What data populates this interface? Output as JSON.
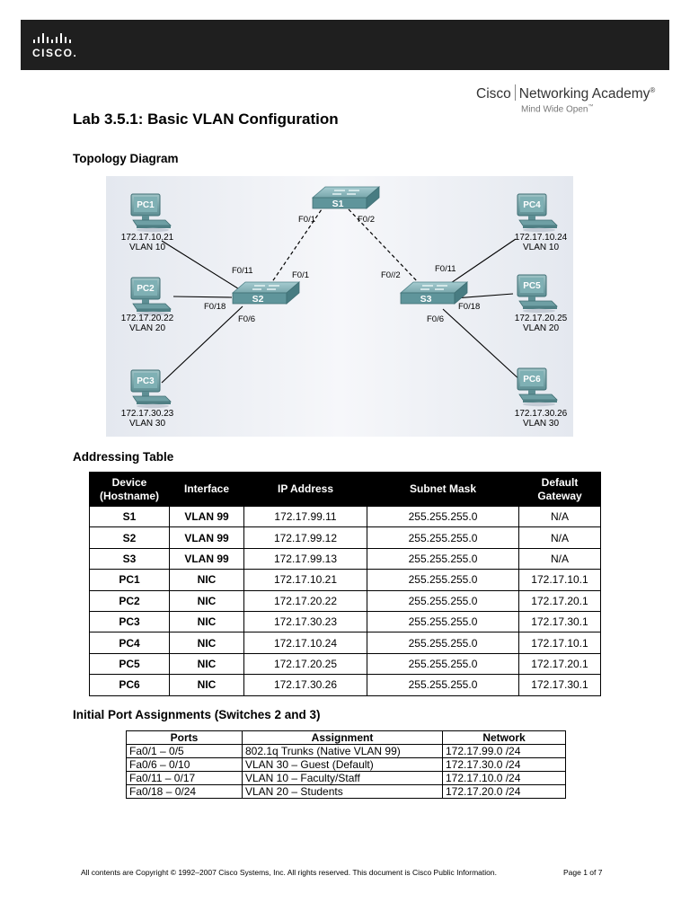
{
  "banner": {
    "logo_text": "CISCO."
  },
  "cna": {
    "brand": "Cisco",
    "academy": "Networking Academy",
    "reg": "®",
    "tagline": "Mind Wide Open",
    "tm": "™"
  },
  "lab_title": "Lab 3.5.1: Basic VLAN Configuration",
  "sections": {
    "topology": "Topology Diagram",
    "addressing": "Addressing Table",
    "ports": "Initial Port Assignments (Switches 2 and 3)"
  },
  "topology": {
    "switches": {
      "s1": "S1",
      "s2": "S2",
      "s3": "S3"
    },
    "pcs": {
      "pc1": {
        "name": "PC1",
        "ip": "172.17.10.21",
        "vlan": "VLAN 10"
      },
      "pc2": {
        "name": "PC2",
        "ip": "172.17.20.22",
        "vlan": "VLAN 20"
      },
      "pc3": {
        "name": "PC3",
        "ip": "172.17.30.23",
        "vlan": "VLAN 30"
      },
      "pc4": {
        "name": "PC4",
        "ip": "172.17.10.24",
        "vlan": "VLAN 10"
      },
      "pc5": {
        "name": "PC5",
        "ip": "172.17.20.25",
        "vlan": "VLAN 20"
      },
      "pc6": {
        "name": "PC6",
        "ip": "172.17.30.26",
        "vlan": "VLAN 30"
      }
    },
    "ports": {
      "s1_left": "F0/1",
      "s1_right": "F0/2",
      "s2_f011": "F0/11",
      "s2_f01": "F0/1",
      "s2_f018": "F0/18",
      "s2_f06": "F0/6",
      "s3_f02": "F0//2",
      "s3_f011": "F0/11",
      "s3_f018": "F0/18",
      "s3_f06": "F0/6"
    }
  },
  "addressing_table": {
    "headers": [
      "Device (Hostname)",
      "Interface",
      "IP Address",
      "Subnet Mask",
      "Default Gateway"
    ],
    "rows": [
      [
        "S1",
        "VLAN 99",
        "172.17.99.11",
        "255.255.255.0",
        "N/A"
      ],
      [
        "S2",
        "VLAN 99",
        "172.17.99.12",
        "255.255.255.0",
        "N/A"
      ],
      [
        "S3",
        "VLAN 99",
        "172.17.99.13",
        "255.255.255.0",
        "N/A"
      ],
      [
        "PC1",
        "NIC",
        "172.17.10.21",
        "255.255.255.0",
        "172.17.10.1"
      ],
      [
        "PC2",
        "NIC",
        "172.17.20.22",
        "255.255.255.0",
        "172.17.20.1"
      ],
      [
        "PC3",
        "NIC",
        "172.17.30.23",
        "255.255.255.0",
        "172.17.30.1"
      ],
      [
        "PC4",
        "NIC",
        "172.17.10.24",
        "255.255.255.0",
        "172.17.10.1"
      ],
      [
        "PC5",
        "NIC",
        "172.17.20.25",
        "255.255.255.0",
        "172.17.20.1"
      ],
      [
        "PC6",
        "NIC",
        "172.17.30.26",
        "255.255.255.0",
        "172.17.30.1"
      ]
    ]
  },
  "port_table": {
    "headers": [
      "Ports",
      "Assignment",
      "Network"
    ],
    "rows": [
      [
        "Fa0/1 – 0/5",
        "802.1q Trunks (Native VLAN 99)",
        "172.17.99.0 /24"
      ],
      [
        "Fa0/6 – 0/10",
        "VLAN 30 – Guest (Default)",
        "172.17.30.0 /24"
      ],
      [
        "Fa0/11 – 0/17",
        "VLAN 10 – Faculty/Staff",
        "172.17.10.0 /24"
      ],
      [
        "Fa0/18 – 0/24",
        "VLAN 20 – Students",
        "172.17.20.0 /24"
      ]
    ]
  },
  "footer": {
    "copyright": "All contents are Copyright © 1992–2007 Cisco Systems, Inc. All rights reserved. This document is Cisco Public Information.",
    "page": "Page 1 of 7"
  }
}
